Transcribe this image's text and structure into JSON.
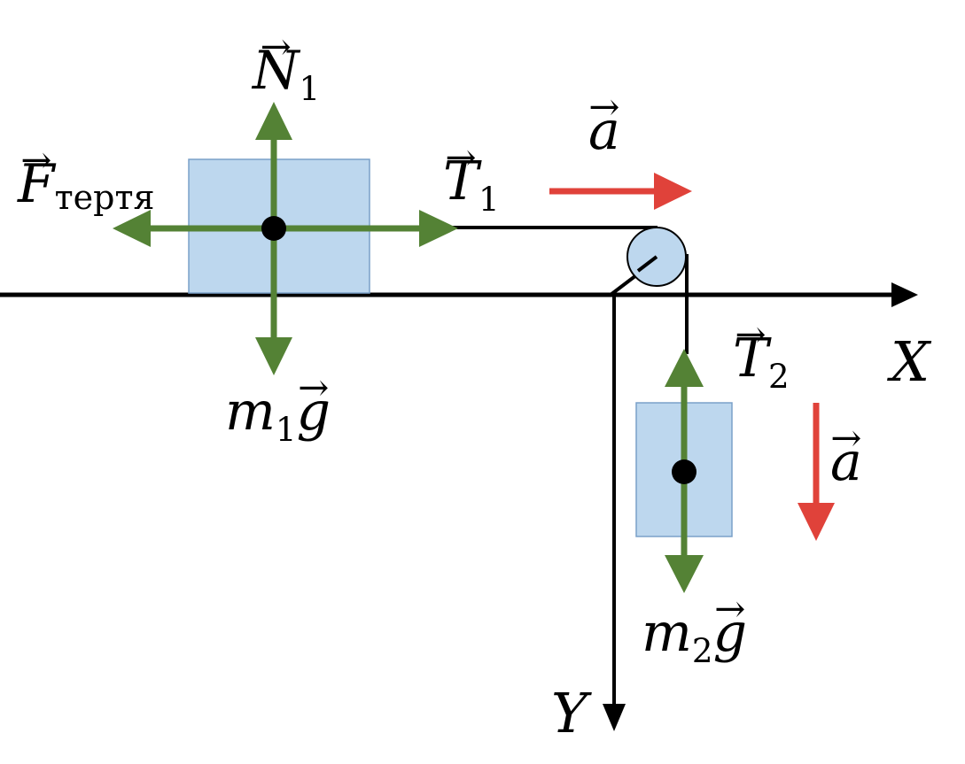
{
  "colors": {
    "block_fill": "#bdd7ee",
    "block_stroke": "#2f5597",
    "force_arrow": "#548235",
    "acceleration_arrow": "#e0423a",
    "line": "#000000"
  },
  "labels": {
    "normal_force": {
      "symbol": "N",
      "subscript": "1"
    },
    "friction_force": {
      "symbol": "F",
      "subscript": "тертя"
    },
    "tension_1": {
      "symbol": "T",
      "subscript": "1"
    },
    "gravity_1": {
      "mass": "m",
      "subscript": "1",
      "g": "g"
    },
    "acceleration_horizontal": {
      "symbol": "a"
    },
    "tension_2": {
      "symbol": "T",
      "subscript": "2"
    },
    "gravity_2": {
      "mass": "m",
      "subscript": "2",
      "g": "g"
    },
    "acceleration_vertical": {
      "symbol": "a"
    },
    "axis_x": "X",
    "axis_y": "Y",
    "vector_mark": "⃗",
    "arrow_glyph": "→"
  }
}
